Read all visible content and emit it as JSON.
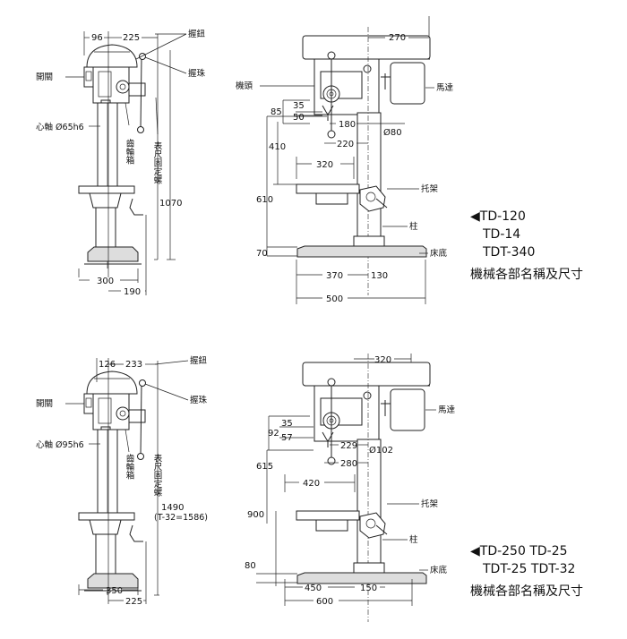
{
  "models": [
    {
      "side_view": {
        "dim_offset": "96",
        "dim_width": "225",
        "grip_knob": "握鈕",
        "grip_ball": "握珠",
        "switch": "開關",
        "spindle": "心軸",
        "spindle_dia": "Ø65h6",
        "gearbox": "齒輪箱",
        "scale_screw": "表尺固定螺",
        "height": "1070",
        "height_note": "",
        "base_depth": "300",
        "base_offset": "190"
      },
      "front_view": {
        "head_width": "270",
        "head": "機頭",
        "motor": "馬達",
        "d35": "35",
        "d85": "85",
        "d50": "50",
        "d180": "180",
        "column_dia": "Ø80",
        "d410": "410",
        "d220": "220",
        "table_width": "320",
        "bracket": "托架",
        "d610": "610",
        "column": "柱",
        "d70": "70",
        "base": "床底",
        "d370": "370",
        "d130": "130",
        "base_width": "500"
      },
      "caption": {
        "line1": "◀TD-120",
        "line2": "TD-14",
        "line3": "TDT-340",
        "title": "機械各部名稱及尺寸"
      }
    },
    {
      "side_view": {
        "dim_offset": "126",
        "dim_width": "233",
        "grip_knob": "握鈕",
        "grip_ball": "握珠",
        "switch": "開關",
        "spindle": "心軸",
        "spindle_dia": "Ø95h6",
        "gearbox": "齒輪箱",
        "scale_screw": "表尺固定螺",
        "height": "1490",
        "height_note": "(T-32=1586)",
        "base_depth": "350",
        "base_offset": "225"
      },
      "front_view": {
        "head_width": "320",
        "head": "",
        "motor": "馬達",
        "d35": "35",
        "d85": "92",
        "d50": "57",
        "d180": "229",
        "column_dia": "Ø102",
        "d410": "615",
        "d220": "280",
        "table_width": "420",
        "bracket": "托架",
        "d610": "900",
        "column": "柱",
        "d70": "80",
        "base": "床底",
        "d370": "450",
        "d130": "150",
        "base_width": "600"
      },
      "caption": {
        "line1": "◀TD-250  TD-25",
        "line2": "TDT-25  TDT-32",
        "line3": "",
        "title": "機械各部名稱及尺寸"
      }
    }
  ]
}
